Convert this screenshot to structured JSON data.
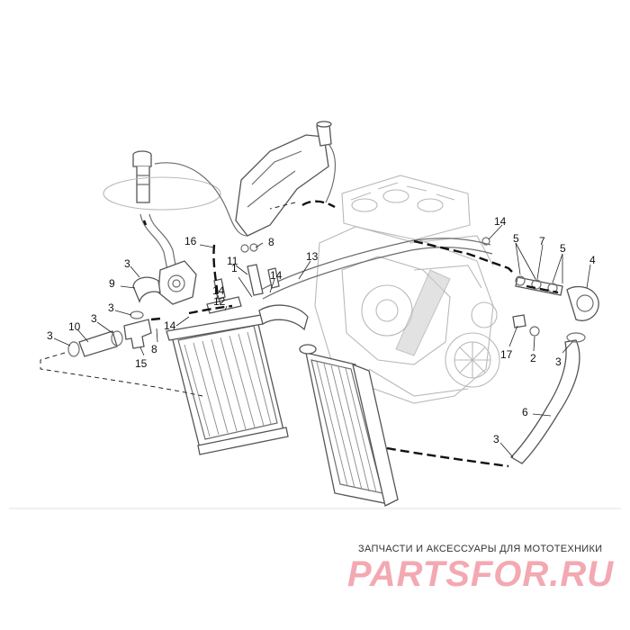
{
  "watermark": {
    "tagline": "ЗАПЧАСТИ И АКСЕССУАРЫ ДЛЯ МОТОТЕХНИКИ",
    "logo": "PARTSFOR.RU"
  },
  "part_labels": [
    "1",
    "2",
    "3",
    "4",
    "5",
    "6",
    "7",
    "8",
    "9",
    "10",
    "11",
    "12",
    "13",
    "14",
    "15",
    "16",
    "17"
  ],
  "callouts": [
    {
      "id": "c1",
      "text": "1"
    },
    {
      "id": "c2",
      "text": "2"
    },
    {
      "id": "c3a",
      "text": "3"
    },
    {
      "id": "c3b",
      "text": "3"
    },
    {
      "id": "c3c",
      "text": "3"
    },
    {
      "id": "c3d",
      "text": "3"
    },
    {
      "id": "c3e",
      "text": "3"
    },
    {
      "id": "c3f",
      "text": "3"
    },
    {
      "id": "c4",
      "text": "4"
    },
    {
      "id": "c5a",
      "text": "5"
    },
    {
      "id": "c5b",
      "text": "5"
    },
    {
      "id": "c6",
      "text": "6"
    },
    {
      "id": "c7",
      "text": "7"
    },
    {
      "id": "c8a",
      "text": "8"
    },
    {
      "id": "c8b",
      "text": "8"
    },
    {
      "id": "c9",
      "text": "9"
    },
    {
      "id": "c10",
      "text": "10"
    },
    {
      "id": "c11",
      "text": "11"
    },
    {
      "id": "c12",
      "text": "12"
    },
    {
      "id": "c13",
      "text": "13"
    },
    {
      "id": "c14a",
      "text": "14"
    },
    {
      "id": "c14b",
      "text": "14"
    },
    {
      "id": "c14c",
      "text": "14"
    },
    {
      "id": "c14d",
      "text": "14"
    },
    {
      "id": "c15",
      "text": "15"
    },
    {
      "id": "c16",
      "text": "16"
    },
    {
      "id": "c17",
      "text": "17"
    }
  ]
}
